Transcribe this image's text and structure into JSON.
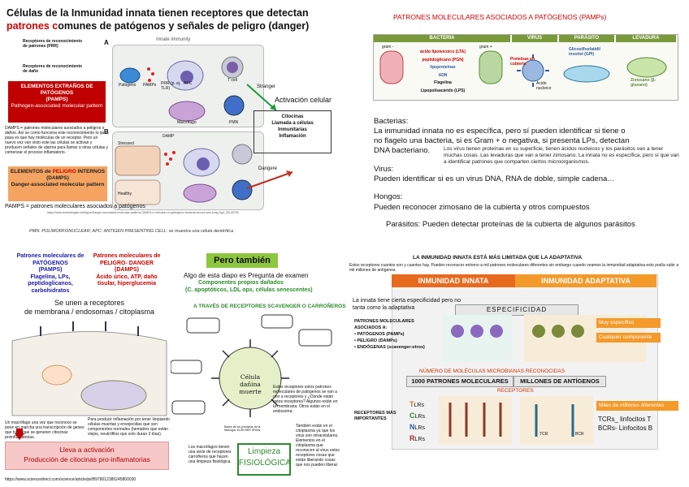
{
  "q1": {
    "title_a": "Células de la Inmunidad innata tienen receptores que detectan",
    "title_b": "patrones c",
    "title_c": "omunes de patógenos y señales de peligro (danger)",
    "prr_label": "Receptores de reconocimiento de patrones (PRR)",
    "ddr_label": "Receptores de reconocimiento de daño",
    "panel_a": "A",
    "panel_b": "B",
    "innate_immunity": "Innate immunity",
    "pathogen": "Patógeno",
    "pamps_small": "PAMPs",
    "prr_small": "PRR (p. ej. TLR)",
    "apc": "APC",
    "tcell": "T cell",
    "macrophage": "Macrófago",
    "pmn": "PMN",
    "stranger": "Stranger",
    "danger": "Dangere",
    "damp_small": "DAMP",
    "stressed": "Stressed",
    "healthy": "Healthy",
    "pamps_box1": "ELEMENTOS EXTRAÑOS DE PATÓGENOS",
    "pamps_box2": "(PAMPS)",
    "pamps_box3": "Pathogen-associated molecular pattern",
    "damps_note": "DAMPS = patrones moleculares asociados a peligros o daños. Así se como funciona este reconocimiento lo que pasa es que hay moléculas de un receptor. Pero un nuevo vez van visto este las células se activan y producen señales de alarma para llamar a otras células y comenzar el proceso inflamatorio.",
    "damps_box1": "ELEMENTOS de",
    "damps_box1b": "PELIGRO",
    "damps_box1c": " INTERNOS",
    "damps_box2": "(DAMPS)",
    "damps_box3": "Danger-associated molecular pattern",
    "activation": "Activación celular",
    "cyto1": "Citocinas",
    "cyto2": "Llamada a células",
    "cyto3": "Inmunitarias",
    "cyto4": "Inflamación",
    "pamps_footer": "PAMPS = patrones moleculares asociados a patógenos",
    "url1": "https://www.researchgate.net/figure/Danger-associated-molecular-patterns-DAMPs-in-infection-of-pathogenic-bacteria-viruses-and-fungi_fig4_26143706",
    "pmn_note": "PMN: POLIMORFONUCLEAR; APC: ANTIGEN PRESENTING CELL: se muestra una célula dendrítica"
  },
  "q2": {
    "title": "PATRONES MOLECULARES ASOCIADOS A PATÓGENOS (PAMPs)",
    "col_bacteria": "BACTERIA",
    "col_virus": "VIRUS",
    "col_parasite": "PARÁSITO",
    "col_yeast": "LEVADURA",
    "gram_neg": "gram -",
    "gram_pos": "gram +",
    "bac1": "ácido lipoteicoico (LTA)",
    "bac2": "peptidoglicano (PGN)",
    "bac3": "lipoproteínas",
    "bac4": "ADN",
    "bac5": "Flagelina",
    "bac6": "Lipopolisacárido (LPS)",
    "vir1": "Proteínas en cubierta",
    "vir2": "Ácido nucleico",
    "par1": "Glicosilfosfatidil inositol (GPI)",
    "yea1": "Zimosano (β-glucano)",
    "l1": "Bacterias:",
    "l2": "La inmunidad innata no es específica, pero sí pueden identificar si tiene o",
    "l3": "no flagelo una bacteria, si es Gram + o negativa, si presenta LPs, detectan",
    "l4": "DNA bacteriano.",
    "note": "Los virus tienen proteínas en su superficie, tienen ácidos nucleicos y los parásitos van a tener muchas cosas. Las levaduras que van a tener zimosano. La innata no es específica, pero sí que van a identificar patrones que comparten ciertos microorganismos.",
    "l5": "Virus:",
    "l6": "Pueden identificar si es un virus DNA, RNA de doble, simple cadena…",
    "l7": "Hongos:",
    "l8": "Pueden reconocer zimosano de la cubierta y otros compuestos",
    "l9": "Parásitos:  Pueden detectar proteínas de la cubierta de algunos parásitos"
  },
  "q3": {
    "pamps1": "Patrones moleculares de",
    "pamps2": "PATÓGENOS",
    "pamps3": "(PAMPS)",
    "pamps4": "Flagelina, LPs,",
    "pamps5": "peptidoglicanos,",
    "pamps6": "carbohidratos",
    "damps1": "Patrones moleculares de",
    "damps2": "PELIGRO- DANGER",
    "damps3": "(DAMPS)",
    "damps4": "Ácido úrico, ATP, daño",
    "damps5": "tisular, hiperglucemia",
    "pero": "Pero también",
    "exam": "Algo de esta diapo es Pregunta de examen",
    "comp1": "Componentes propios dañados",
    "comp2": "(C. apoptóticos, LDL opx, células senescentes)",
    "scav": "A TRAVÉS DE RECEPTORES SCAVENGER O CARROÑEROS",
    "unen1": "Se unen a receptores",
    "unen2": "de membrana / endosomas / citoplasma",
    "macro_note": "Un macrófago una vez que reconoce se pone en marcha una transcripción de genes que hace que se generen citocinas proinflamatorias.",
    "clean_note": "Para producir inflamación por tener limpiando células muertas y envejecidas que son componentes normales (hematíes que están viejos, neutrófilos que solo duran 3 días).",
    "boxred1": "Lleva a activación",
    "boxred2": "Producción de citocinas pro-inflamatorias",
    "url": "https://www.sciencedirect.com/science/article/pii/B978012385245800030",
    "cell_label1": "Célula dañina",
    "cell_label2": "muerte",
    "scav_note": "Estos receptores estos patrones moleculares de patógenos se van a unir a receptores y ¿Dónde están estos receptores? Algunos están en la membrana. Otros están en el endosoma.",
    "src": "Bases de los principios de la fisiología. ELSEVIER SPAIN",
    "macro_note2": "Los macrófagos tienen una serie de receptores carroñeros que hacen una limpieza fisiológica.",
    "limpieza1": "Limpieza",
    "limpieza2": "FISIOLÓGICA",
    "cito_note": "También están en el citoplasma ya que los virus son intracelulares. Elementos en el citoplasma que reconocen al virus estos receptores cosas que están liberando cosas que nos pueden liberar."
  },
  "q4": {
    "title": "LA INMUNIDAD INNATA ESTÁ MÁS LIMITADA QUE LA ADAPTATIVA",
    "sub": "Estos receptores cuantos son y cuantos hay. Pueden reconocer entorno a mil patrones moleculares diferentes sin embargo cuando veamos la inmunidad adaptativa esto podía subir a mil millones de antígenos.",
    "innata": "INMUNIDAD INNATA",
    "adaptativa": "INMUNIDAD ADAPTATIVA",
    "esp_note": "La innata tiene cierta especificidad pero no tanta como la adaptativa",
    "especificidad": "ESPECIFICIDAD",
    "pat1": "PATRONES MOLECULARES",
    "pat2": "ASOCIADOS A:",
    "pat3": "• PATÓGENOS (PAMPs)",
    "pat4": "• PELIGRO (DAMPs)",
    "pat5": "• ENDÓGENAS (scavenger-otros)",
    "muy": "Muy específico",
    "cualquier": "Cualquier componente",
    "num_title": "NÚMERO DE MOLÉCULAS MICROBIANAS RECONOCIDAS",
    "num_left": "1000 PATRONES MOLECULARES",
    "num_right": "MILLONES DE ANTÍGENOS",
    "receptores": "RECEPTORES",
    "rec_imp1": "RECEPTORES MÁS",
    "rec_imp2": "IMPORTANTES",
    "tlr": [
      "T",
      "LRs"
    ],
    "clr": [
      "C",
      "LRs"
    ],
    "nlr": [
      "N",
      "LRs"
    ],
    "rlr": [
      "R",
      "LRs"
    ],
    "miles": "Miles de millones diferentes",
    "tcr": "TCRs_ linfocitos T",
    "bcr": "BCRs- Linfocitos B",
    "tcr_small": "TCR",
    "bcr_small": "BCR"
  }
}
